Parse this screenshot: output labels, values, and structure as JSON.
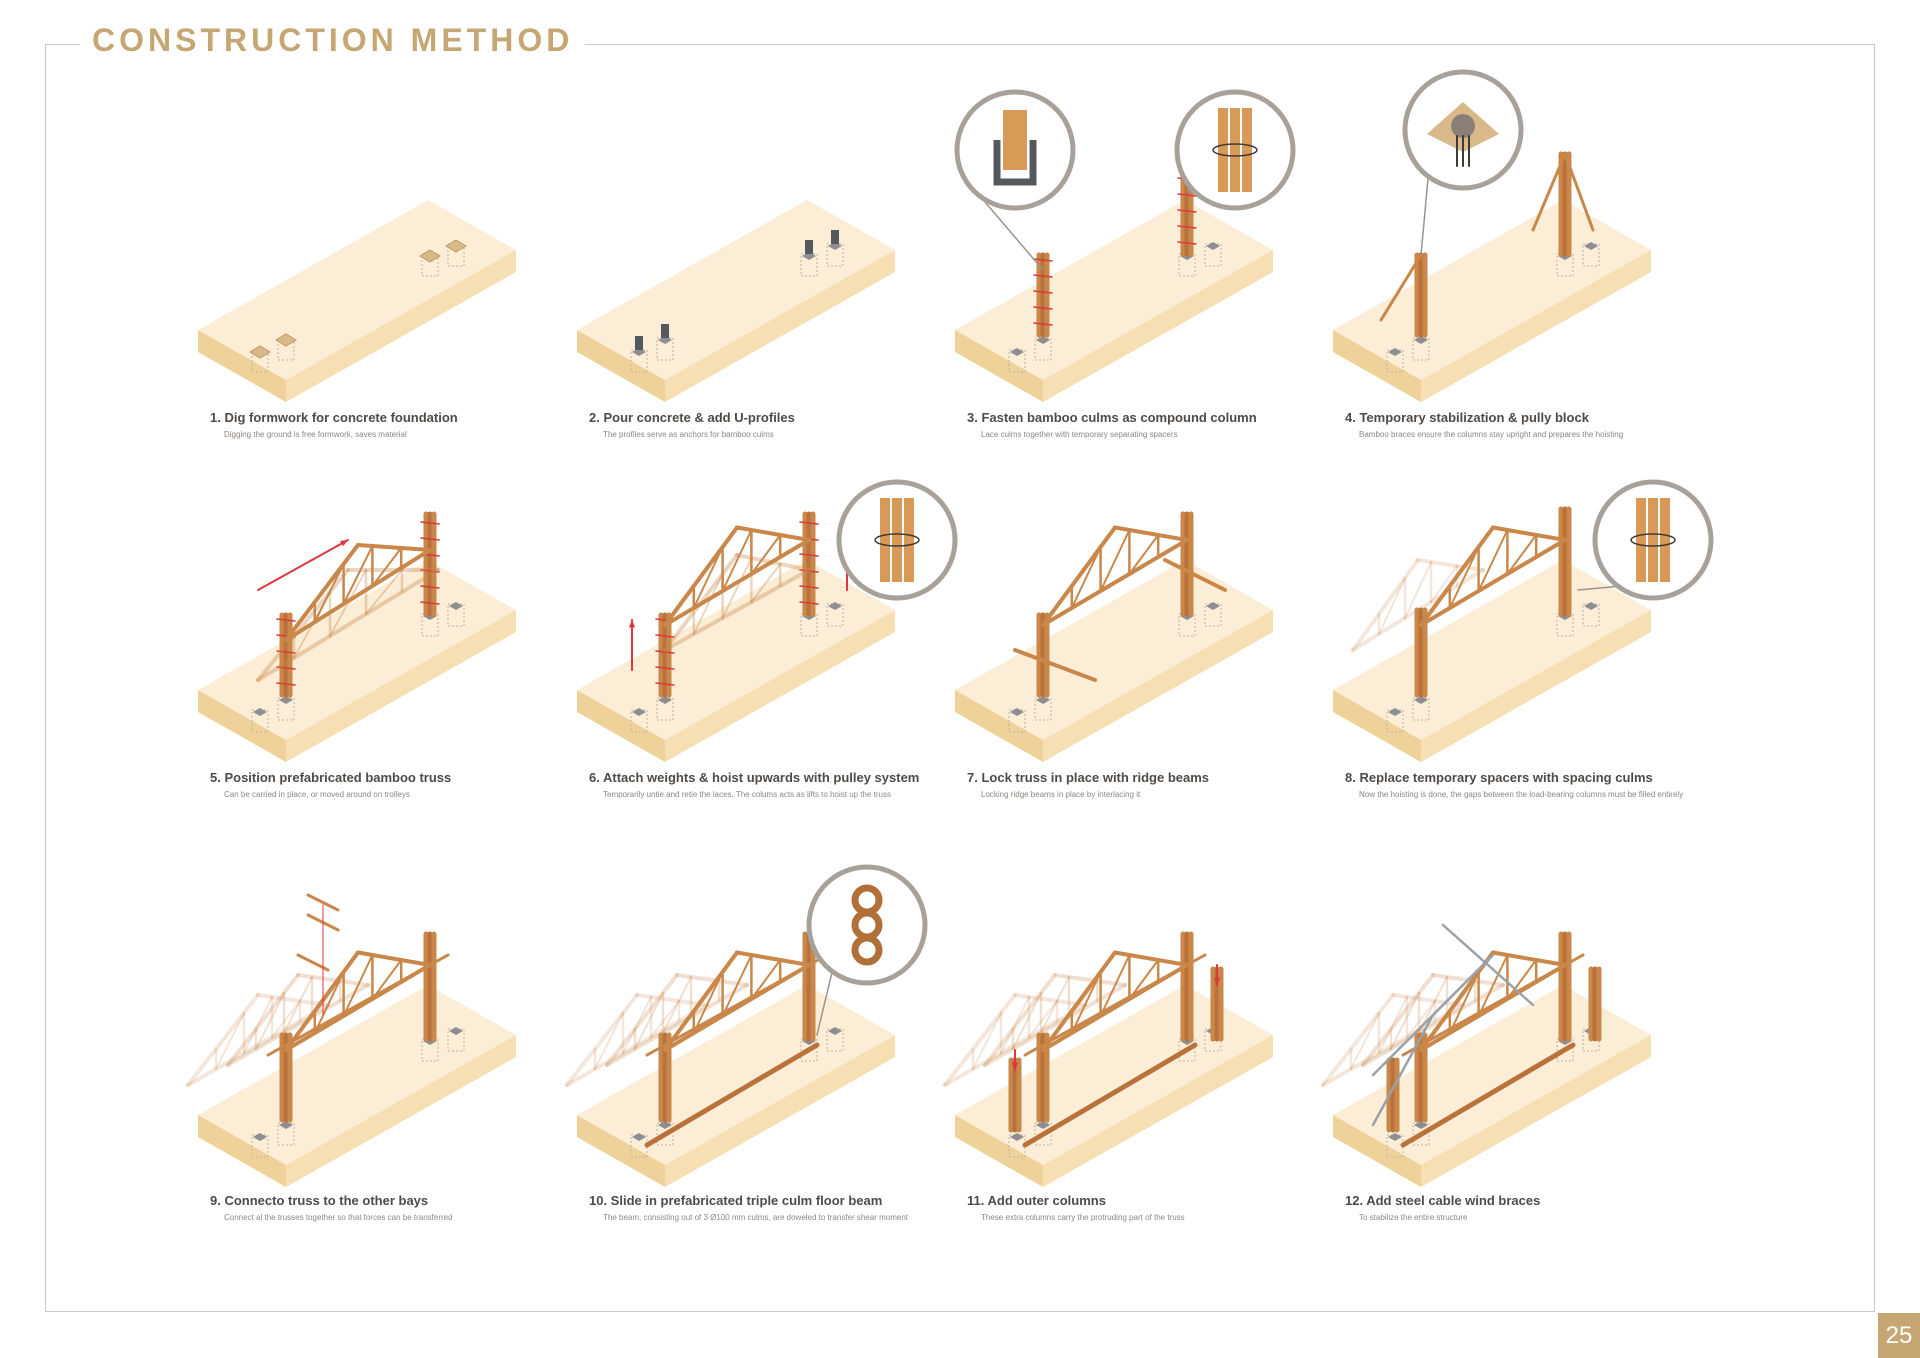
{
  "page": {
    "title": "CONSTRUCTION METHOD",
    "page_number": "25"
  },
  "colors": {
    "accent": "#c6a774",
    "bamboo": "#c9874a",
    "slab_top": "#fbedd6",
    "slab_side": "#efd29a",
    "arrow_red": "#e0363e",
    "steel_cable": "#9aa1a8"
  },
  "steps": [
    {
      "title": "1. Dig formwork for concrete foundation",
      "desc": "Digging the ground is free formwork, saves material"
    },
    {
      "title": "2. Pour concrete & add U-profiles",
      "desc": "The profiles serve as anchors for bamboo culms"
    },
    {
      "title": "3. Fasten bamboo culms as compound column",
      "desc": "Lace culms together with temporary separating spacers"
    },
    {
      "title": "4. Temporary stabilization & pully block",
      "desc": "Bamboo braces ensure the columns stay upright and prepares the hoisting"
    },
    {
      "title": "5. Position prefabricated bamboo truss",
      "desc": "Can be carried in place, or moved around on trolleys"
    },
    {
      "title": "6. Attach weights & hoist upwards with pulley system",
      "desc": "Temporarily untie and retie the laces. The colums acts as lifts to hoist up the truss"
    },
    {
      "title": "7. Lock truss in place with ridge beams",
      "desc": "Locking ridge beams in place by interlacing it"
    },
    {
      "title": "8. Replace temporary spacers with spacing culms",
      "desc": "Now the hoisting is done, the gaps between the load-bearing columns must be filled entirely"
    },
    {
      "title": "9. Connecto truss to the other bays",
      "desc": "Connect al the trusses together so that forces can be transferred"
    },
    {
      "title": "10. Slide in prefabricated triple culm floor beam",
      "desc": "The beam, consisting out of 3 Ø100 mm culms, are doweled to transfer shear moment"
    },
    {
      "title": "11. Add outer columns",
      "desc": "These extra columns carry the protruding part of the truss"
    },
    {
      "title": "12. Add steel cable wind braces",
      "desc": "To stabilize the entire structure"
    }
  ]
}
